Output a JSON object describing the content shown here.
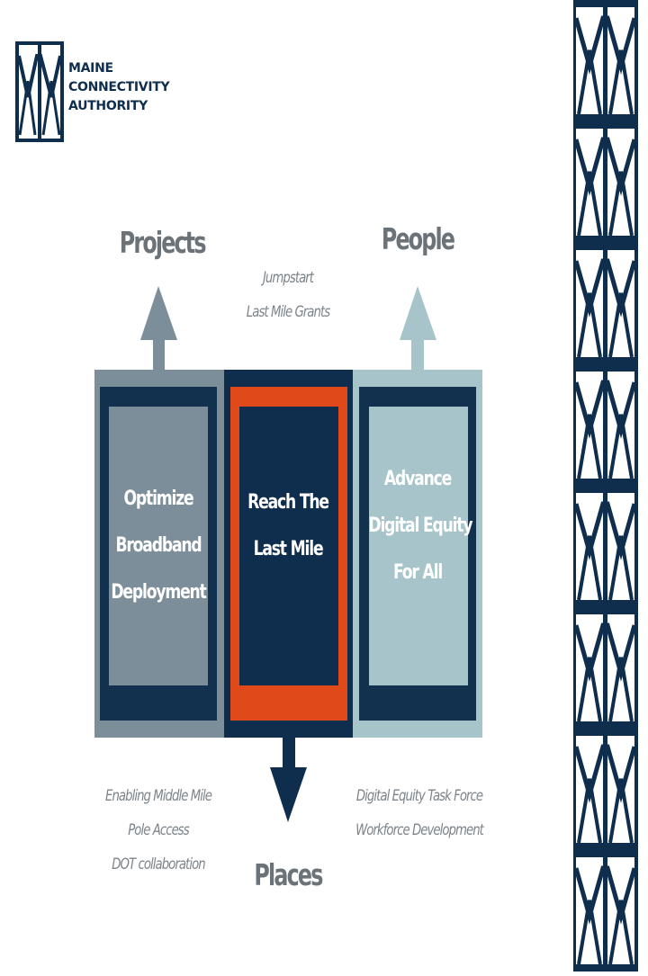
{
  "logo": {
    "lines": [
      "MAINE",
      "CONNECTIVITY",
      "AUTHORITY"
    ]
  },
  "headings": {
    "projects": "Projects",
    "people": "People",
    "places": "Places"
  },
  "notes": {
    "center_top": [
      "Jumpstart",
      "Last Mile Grants"
    ],
    "left_bottom": [
      "Enabling Middle Mile",
      "Pole Access",
      "DOT collaboration"
    ],
    "right_bottom": [
      "Digital Equity Task Force",
      "Workforce Development"
    ]
  },
  "panels": {
    "left": {
      "lines": [
        "Optimize",
        "Broadband",
        "Deployment"
      ],
      "outer": "#7b8e99",
      "frame": "#12314f",
      "fill": "#7b8e99"
    },
    "center": {
      "lines": [
        "Reach The",
        "Last Mile"
      ],
      "outer": "#0f2e4e",
      "frame": "#e04a1a",
      "fill": "#0f2e4e"
    },
    "right": {
      "lines": [
        "Advance",
        "Digital Equity",
        "For All"
      ],
      "outer": "#a6c4c9",
      "frame": "#12314f",
      "fill": "#a6c4c9"
    }
  },
  "arrows": {
    "projects": "#7b8e99",
    "people": "#a6c4c9",
    "places": "#0f2e4e"
  },
  "colors": {
    "navy": "#0f2e4e",
    "orange": "#e04a1a",
    "slate": "#7b8e99",
    "seafoam": "#a6c4c9",
    "heading_gray": "#6b7378"
  },
  "border_pattern": {
    "icon": "maine-m-logo-icon",
    "repeat_count": 8
  }
}
